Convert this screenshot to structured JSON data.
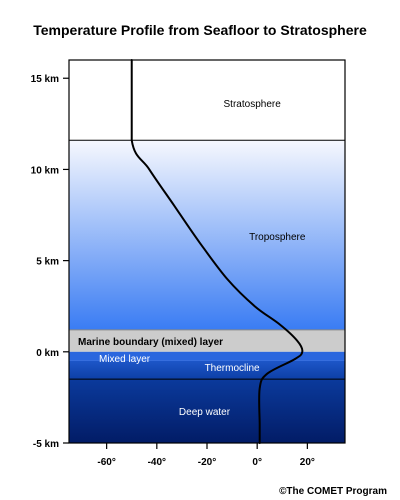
{
  "title": "Temperature Profile from Seafloor to Stratosphere",
  "credit": "©The COMET Program",
  "axes": {
    "altitude_ticks": [
      {
        "value": 15,
        "label": "15 km"
      },
      {
        "value": 10,
        "label": "10 km"
      },
      {
        "value": 5,
        "label": "5 km"
      },
      {
        "value": 0,
        "label": "0 km"
      },
      {
        "value": -5,
        "label": "-5 km"
      }
    ],
    "temperature_ticks": [
      {
        "value": -60,
        "label": "-60°"
      },
      {
        "value": -40,
        "label": "-40°"
      },
      {
        "value": -20,
        "label": "-20°"
      },
      {
        "value": 0,
        "label": "0°"
      },
      {
        "value": 20,
        "label": "20°"
      }
    ],
    "x_range": [
      -75,
      35
    ],
    "y_range": [
      -5,
      16
    ]
  },
  "layers": {
    "stratosphere": "Stratosphere",
    "troposphere": "Troposphere",
    "marine_boundary": "Marine boundary (mixed) layer",
    "mixed_layer": "Mixed layer",
    "thermocline": "Thermocline",
    "deep_water": "Deep water"
  },
  "layer_bounds_km": {
    "tropopause": 11.6,
    "marine_boundary_top": 1.2,
    "marine_boundary_bottom": 0,
    "mixed_layer_bottom": -0.5,
    "thermocline_bottom": -1.5
  },
  "colors": {
    "troposphere_top": "#f6f8fe",
    "troposphere_bottom": "#3a7cf3",
    "marine_boundary": "#cccccc",
    "mixed_layer": "#2a66de",
    "thermocline_top": "#1d56c8",
    "thermocline_bottom": "#0d3fa6",
    "deep_top": "#0b3a9c",
    "deep_bottom": "#021c66"
  },
  "chart_data": {
    "type": "line",
    "title": "Temperature Profile from Seafloor to Stratosphere",
    "xlabel": "",
    "ylabel": "",
    "series": [
      {
        "x": [
          -50,
          -50,
          -43,
          -33,
          -23,
          -12,
          -1,
          9,
          16,
          18,
          15,
          4,
          1,
          1,
          1
        ],
        "y": [
          16,
          11.6,
          10,
          8,
          6,
          4,
          2.5,
          1.5,
          0.6,
          0,
          -0.4,
          -1.2,
          -2,
          -4,
          -5
        ]
      }
    ],
    "xlim": [
      -75,
      35
    ],
    "ylim": [
      -5,
      16
    ],
    "x_ticks": [
      -60,
      -40,
      -20,
      0,
      20
    ],
    "y_ticks": [
      -5,
      0,
      5,
      10,
      15
    ]
  }
}
